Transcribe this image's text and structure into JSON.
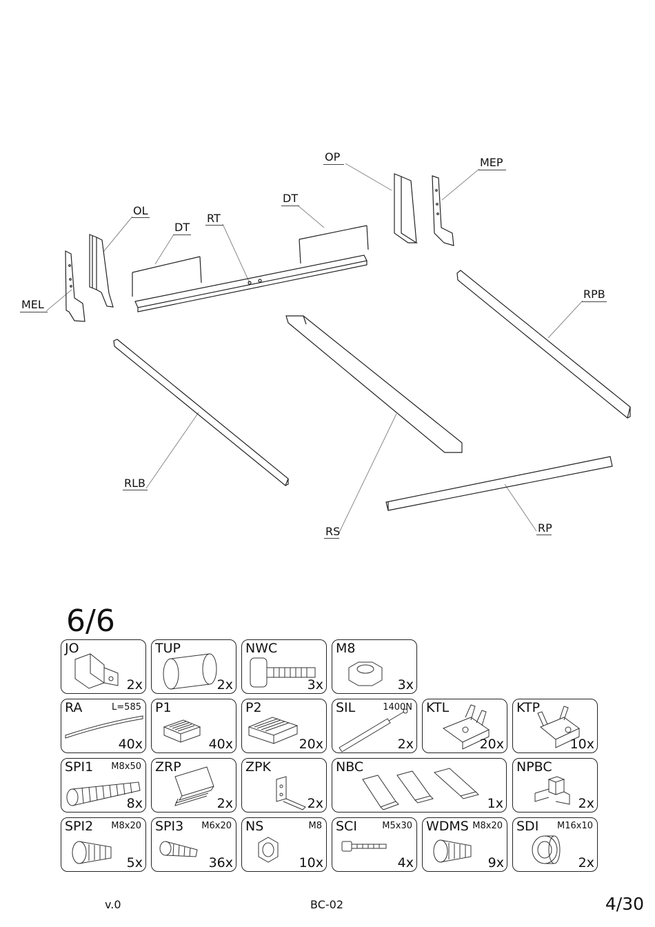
{
  "diagram": {
    "labels": {
      "op": "OP",
      "mep": "MEP",
      "dt_right": "DT",
      "ol": "OL",
      "rt": "RT",
      "dt_left": "DT",
      "mel": "MEL",
      "rpb": "RPB",
      "rlb": "RLB",
      "rs": "RS",
      "rp": "RP"
    }
  },
  "parts": {
    "step": "6/6",
    "items": [
      {
        "code": "JO",
        "spec": "",
        "qty": "2x",
        "icon": "bracket-icon"
      },
      {
        "code": "TUP",
        "spec": "",
        "qty": "2x",
        "icon": "tube-cap-icon"
      },
      {
        "code": "NWC",
        "spec": "",
        "qty": "3x",
        "icon": "bolt-icon"
      },
      {
        "code": "M8",
        "spec": "",
        "qty": "3x",
        "icon": "hex-nut-icon"
      },
      {
        "code": "RA",
        "spec": "L=585",
        "qty": "40x",
        "icon": "slat-icon"
      },
      {
        "code": "P1",
        "spec": "",
        "qty": "40x",
        "icon": "slat-holder-icon"
      },
      {
        "code": "P2",
        "spec": "",
        "qty": "20x",
        "icon": "slat-holder-icon"
      },
      {
        "code": "SIL",
        "spec": "1400N",
        "qty": "2x",
        "icon": "gas-spring-icon"
      },
      {
        "code": "KTL",
        "spec": "",
        "qty": "20x",
        "icon": "keyhole-plate-icon"
      },
      {
        "code": "KTP",
        "spec": "",
        "qty": "10x",
        "icon": "keyhole-plate-icon"
      },
      {
        "code": "SPI1",
        "spec": "M8x50",
        "qty": "8x",
        "icon": "screw-icon"
      },
      {
        "code": "ZRP",
        "spec": "",
        "qty": "2x",
        "icon": "end-cap-icon"
      },
      {
        "code": "ZPK",
        "spec": "",
        "qty": "2x",
        "icon": "angle-bracket-icon"
      },
      {
        "code": "NBC",
        "spec": "",
        "qty": "1x",
        "icon": "leg-bracket-icon"
      },
      {
        "code": "NPBC",
        "spec": "",
        "qty": "2x",
        "icon": "corner-bracket-icon"
      },
      {
        "code": "SPI2",
        "spec": "M8x20",
        "qty": "5x",
        "icon": "screw-icon"
      },
      {
        "code": "SPI3",
        "spec": "M6x20",
        "qty": "36x",
        "icon": "screw-icon"
      },
      {
        "code": "NS",
        "spec": "M8",
        "qty": "10x",
        "icon": "lock-nut-icon"
      },
      {
        "code": "SCI",
        "spec": "M5x30",
        "qty": "4x",
        "icon": "socket-screw-icon"
      },
      {
        "code": "WDMS",
        "spec": "M8x20",
        "qty": "9x",
        "icon": "screw-icon"
      },
      {
        "code": "SDI",
        "spec": "M16x10",
        "qty": "2x",
        "icon": "threaded-insert-icon"
      }
    ]
  },
  "footer": {
    "version": "v.0",
    "doc_code": "BC-02",
    "page": "4/30"
  }
}
